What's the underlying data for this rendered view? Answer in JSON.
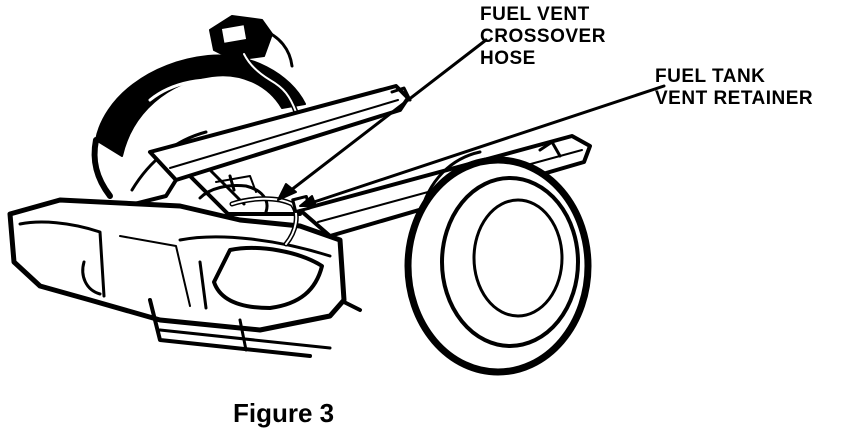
{
  "diagram": {
    "callouts": [
      {
        "lines": [
          "FUEL VENT",
          "CROSSOVER",
          "HOSE"
        ]
      },
      {
        "lines": [
          "FUEL TANK",
          "VENT RETAINER"
        ]
      }
    ],
    "caption": "Figure 3"
  },
  "colors": {
    "ink": "#000000",
    "paper": "#ffffff"
  }
}
